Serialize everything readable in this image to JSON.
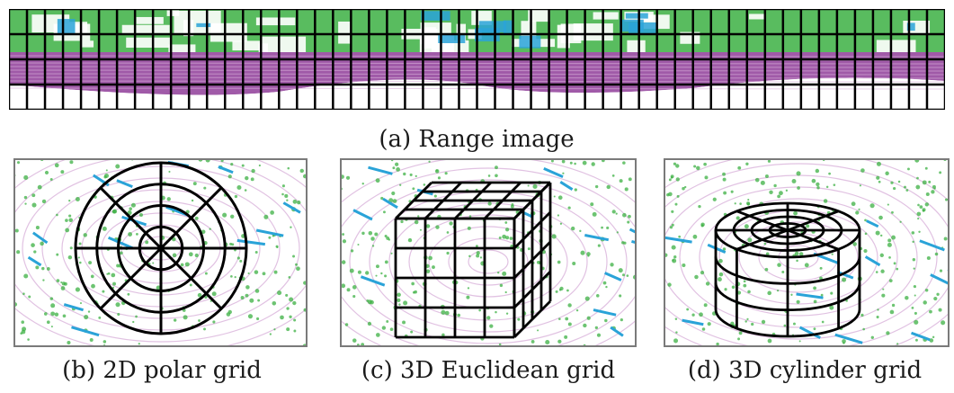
{
  "figure": {
    "captions": {
      "a": "(a) Range image",
      "b": "(b) 2D polar grid",
      "c": "(c) 3D Euclidean grid",
      "d": "(d) 3D cylinder grid"
    },
    "colors": {
      "vegetation": "#3cb043",
      "road": "#a05aa8",
      "road_light": "#d9b3db",
      "sky_blue": "#2aa3d8",
      "grid_line": "#000000",
      "frame": "#7a7a7a",
      "background": "#ffffff"
    },
    "grids": {
      "range_image": {
        "columns": 52,
        "rows": 4
      },
      "polar": {
        "rings": 4,
        "sectors": 8
      },
      "euclidean": {
        "divisions": 4
      },
      "cylinder": {
        "rings": 4,
        "sectors": 8,
        "layers": 3
      }
    }
  }
}
